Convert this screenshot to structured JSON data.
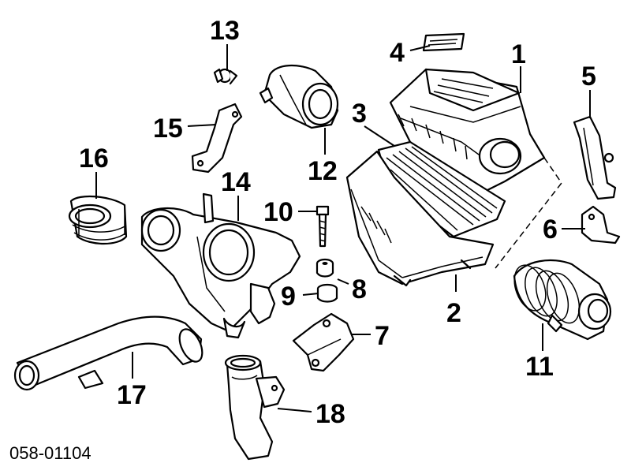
{
  "diagram": {
    "labels": [
      "1",
      "2",
      "3",
      "4",
      "5",
      "6",
      "7",
      "8",
      "9",
      "10",
      "11",
      "12",
      "13",
      "14",
      "15",
      "16",
      "17",
      "18"
    ],
    "part_code": "058-01104"
  }
}
